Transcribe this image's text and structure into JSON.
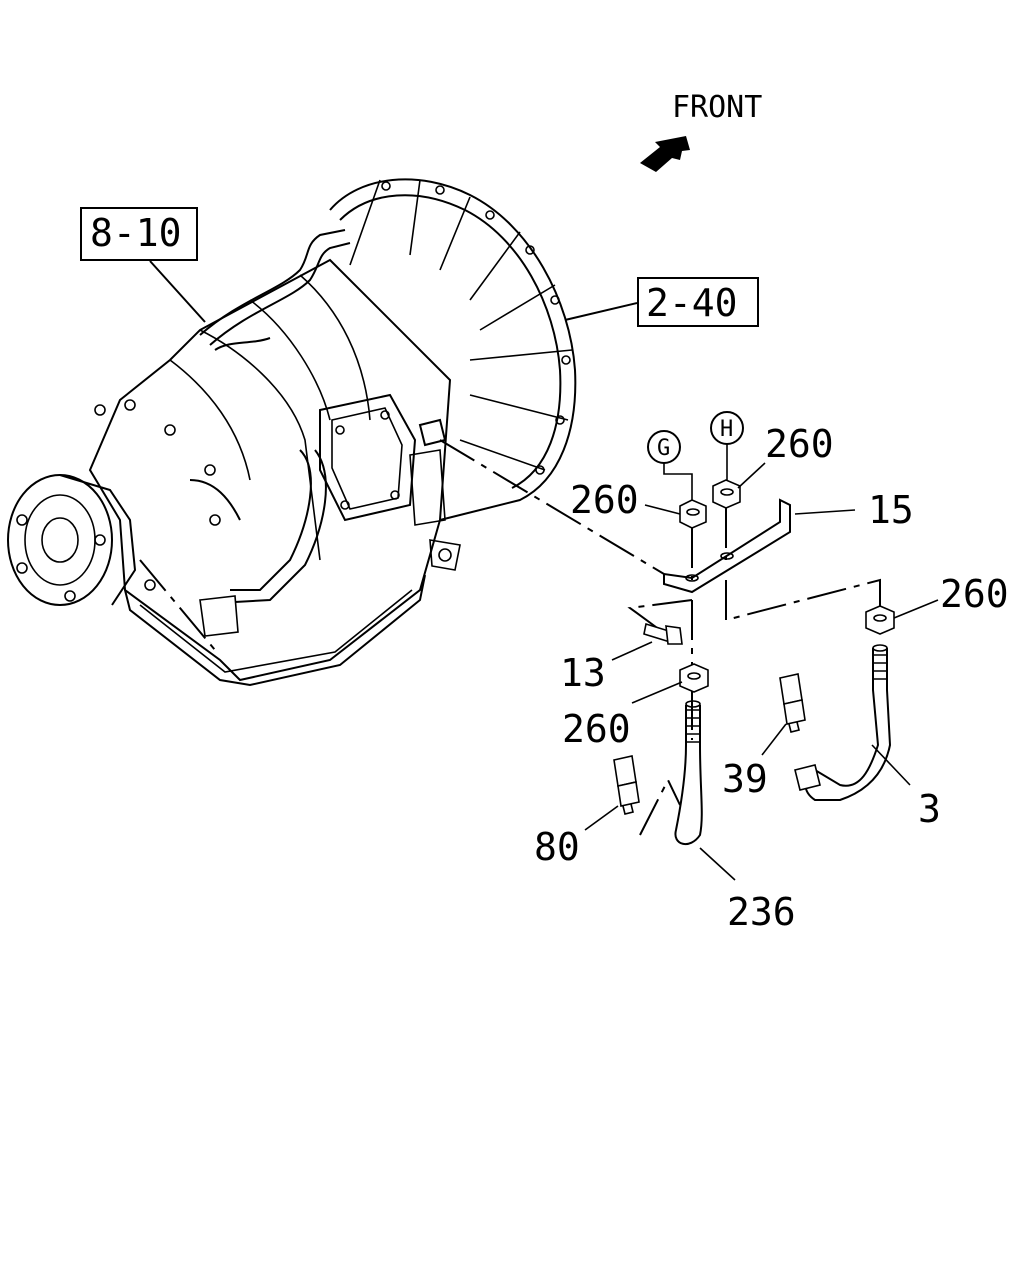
{
  "direction": "FRONT",
  "refs": {
    "r1": "8-10",
    "r2": "2-40"
  },
  "circles": {
    "g": "G",
    "h": "H"
  },
  "callouts": {
    "c260a": "260",
    "c260b": "260",
    "c260c": "260",
    "c260d": "260",
    "c15": "15",
    "c13": "13",
    "c39": "39",
    "c3": "3",
    "c80": "80",
    "c236": "236"
  }
}
